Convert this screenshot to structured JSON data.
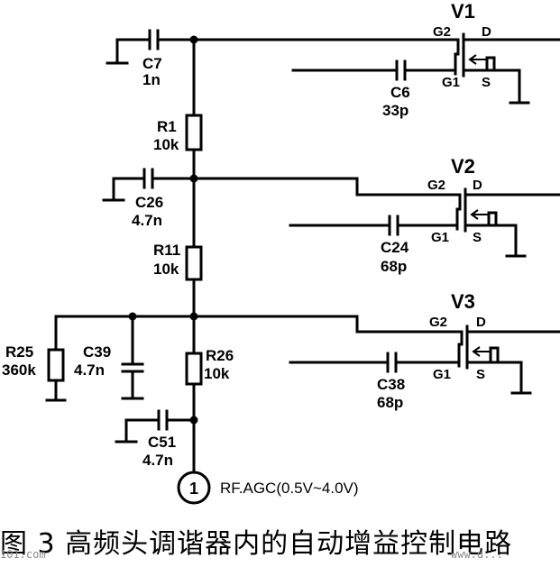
{
  "transistors": [
    {
      "name": "V1",
      "gate2": "G2",
      "gate1": "G1",
      "drain": "D",
      "source": "S"
    },
    {
      "name": "V2",
      "gate2": "G2",
      "gate1": "G1",
      "drain": "D",
      "source": "S"
    },
    {
      "name": "V3",
      "gate2": "G2",
      "gate1": "G1",
      "drain": "D",
      "source": "S"
    }
  ],
  "components": {
    "c7": {
      "name": "C7",
      "value": "1n"
    },
    "c6": {
      "name": "C6",
      "value": "33p"
    },
    "r1": {
      "name": "R1",
      "value": "10k"
    },
    "c26": {
      "name": "C26",
      "value": "4.7n"
    },
    "c24": {
      "name": "C24",
      "value": "68p"
    },
    "r11": {
      "name": "R11",
      "value": "10k"
    },
    "r25": {
      "name": "R25",
      "value": "360k"
    },
    "c39": {
      "name": "C39",
      "value": "4.7n"
    },
    "r26": {
      "name": "R26",
      "value": "10k"
    },
    "c38": {
      "name": "C38",
      "value": "68p"
    },
    "c51": {
      "name": "C51",
      "value": "4.7n"
    }
  },
  "terminal": {
    "number": "1",
    "label": "RF.AGC(0.5V~4.0V)"
  },
  "caption": "图 3  高频头调谐器内的自动增益控制电路",
  "watermark": {
    "left": "101.com",
    "right": "www.d..."
  }
}
